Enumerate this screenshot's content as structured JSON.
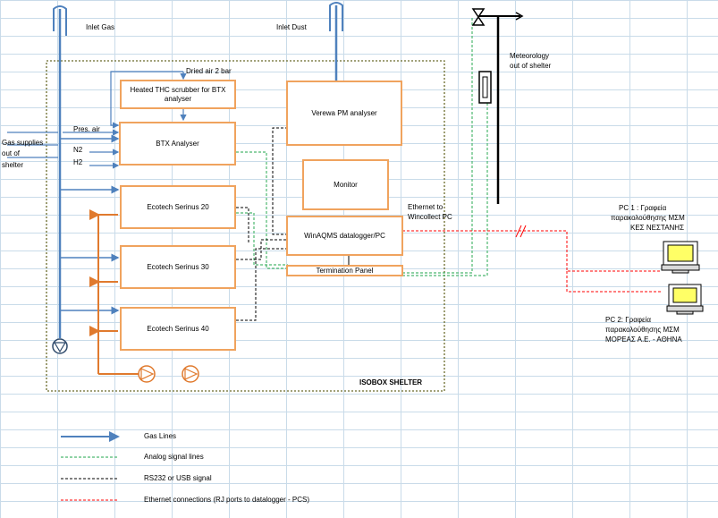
{
  "labels": {
    "inlet_gas": "Inlet Gas",
    "inlet_dust": "Inlet Dust",
    "dried_air": "Dried air 2 bar",
    "pres_air": "Pres. air",
    "n2": "N2",
    "h2": "H2",
    "gas_supplies_1": "Gas supplies",
    "gas_supplies_2": "out of",
    "gas_supplies_3": "shelter",
    "meteo_1": "Meteorology",
    "meteo_2": "out of shelter",
    "ethernet_1": "Ethernet to",
    "ethernet_2": "Wincollect PC",
    "isobox": "ISOBOX SHELTER",
    "pc1_1": "PC 1 : Γραφεία",
    "pc1_2": "παρακολούθησης ΜΣΜ",
    "pc1_3": "ΚΕΣ ΝΕΣΤΑΝΗΣ",
    "pc2_1": "PC 2: Γραφεία",
    "pc2_2": "παρακολούθησης ΜΣΜ",
    "pc2_3": "ΜΟΡΕΑΣ Α.Ε. - ΑΘΗΝΑ"
  },
  "boxes": {
    "thc_scrubber": "Heated THC scrubber for BTX analyser",
    "btx": "BTX Analyser",
    "serinus20": "Ecotech Serinus 20",
    "serinus30": "Ecotech Serinus 30",
    "serinus40": "Ecotech Serinus 40",
    "verewa": "Verewa PM analyser",
    "monitor": "Monitor",
    "winaqms": "WinAQMS datalogger/PC",
    "termination": "Termination Panel"
  },
  "legend": {
    "gas_lines": "Gas Lines",
    "analog": "Analog signal lines",
    "rs232": "RS232 or USB signal",
    "ethernet": "Ethernet connections (RJ ports to datalogger - PCS)"
  },
  "colors": {
    "gas": "#4f81bd",
    "analog": "#4cb86f",
    "rs232": "#000000",
    "ethernet": "#ff0000",
    "box_border": "#f0a35e",
    "orange_line": "#e07a2e"
  }
}
